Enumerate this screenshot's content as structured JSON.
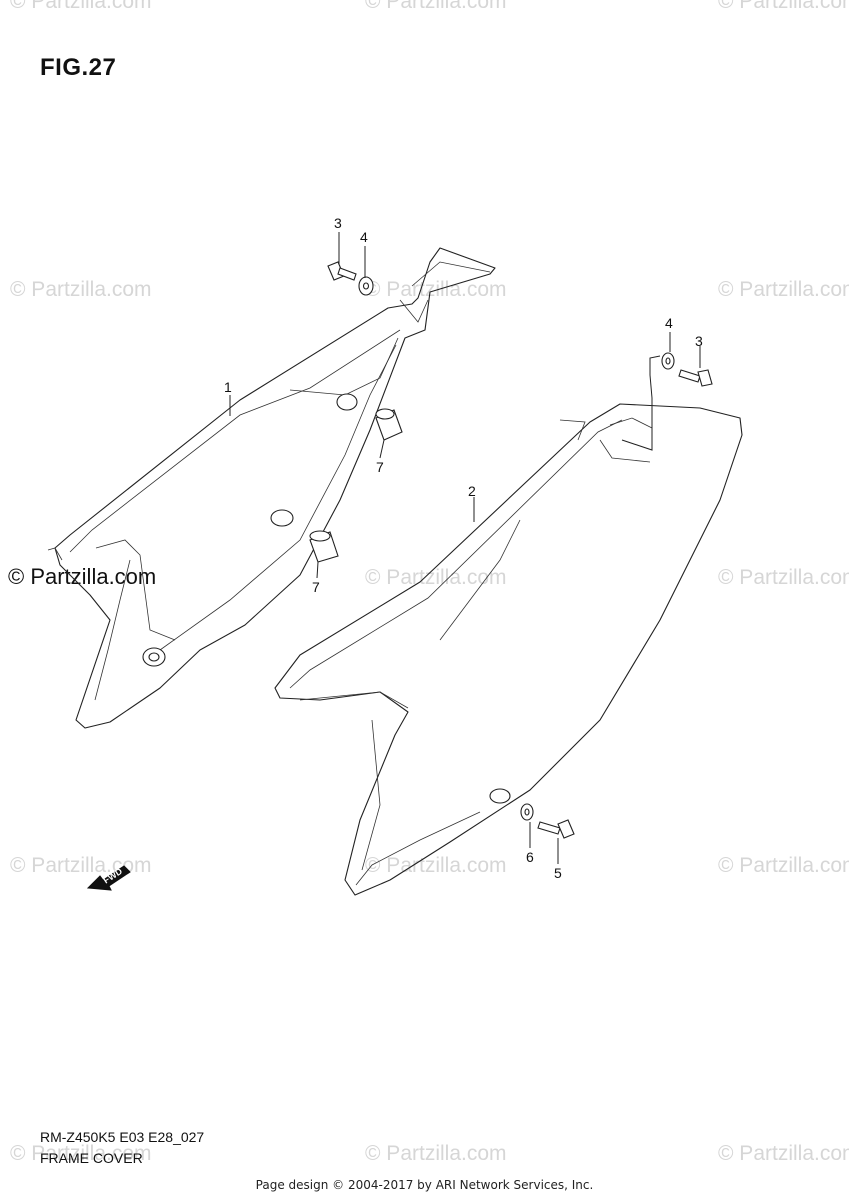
{
  "figure": {
    "title": "FIG.27",
    "model_code": "RM-Z450K5 E03 E28_027",
    "section_name": "FRAME COVER"
  },
  "callouts": {
    "c1": "1",
    "c2": "2",
    "c3a": "3",
    "c4a": "4",
    "c4b": "4",
    "c3b": "3",
    "c7a": "7",
    "c7b": "7",
    "c6": "6",
    "c5": "5"
  },
  "fwd_arrow_label": "FWD",
  "watermark": "© Partzilla.com",
  "footer": {
    "copyright": "Page design © 2004-2017 by ARI Network Services, Inc."
  },
  "colors": {
    "line": "#222222",
    "watermark": "#d6d6d6"
  }
}
